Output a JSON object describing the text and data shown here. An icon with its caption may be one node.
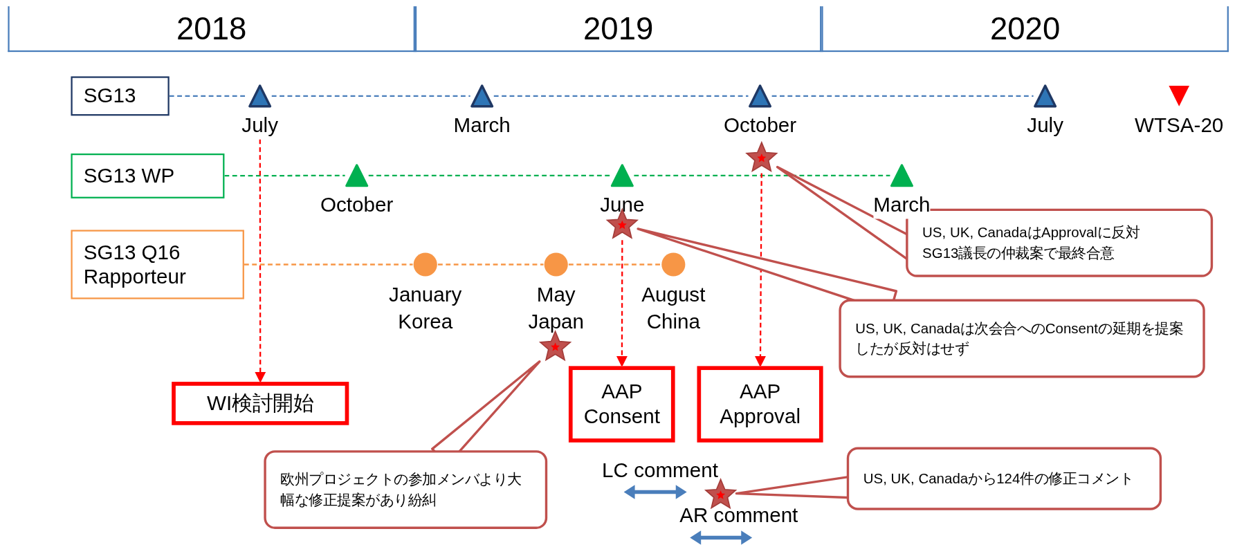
{
  "diagram": {
    "nodes": [
      {
        "text": [
          "2018"
        ]
      },
      {
        "text": [
          "2019"
        ]
      },
      {
        "text": [
          "2020"
        ]
      },
      {
        "text": [
          "SG13"
        ]
      },
      {
        "text": [
          "July"
        ]
      },
      {
        "text": [
          "March"
        ]
      },
      {
        "text": [
          "October"
        ]
      },
      {
        "text": [
          "July"
        ]
      },
      {
        "text": [
          "WTSA-20"
        ]
      },
      {
        "text": [
          "SG13 WP"
        ]
      },
      {
        "text": [
          "October"
        ]
      },
      {
        "text": [
          "June"
        ]
      },
      {
        "text": [
          "March"
        ]
      },
      {
        "text": [
          "SG13 Q16 Rapporteur"
        ]
      },
      {
        "text": [
          "January Korea"
        ]
      },
      {
        "text": [
          "May Japan"
        ]
      },
      {
        "text": [
          "August China"
        ]
      },
      {
        "text": [
          "WI検討開始"
        ]
      },
      {
        "text": [
          "AAP Consent"
        ]
      },
      {
        "text": [
          "AAP Approval"
        ]
      },
      {
        "text": [],
        "shape": "star"
      },
      {
        "text": [],
        "shape": "star"
      },
      {
        "text": [],
        "shape": "star"
      },
      {
        "text": [],
        "shape": "star"
      },
      {
        "text": [
          "US, UK, CanadaはApprovalに反対",
          "SG13議長の仲裁案で最終合意"
        ]
      },
      {
        "text": [
          "US, UK, Canadaは次会合へのConsentの延期を提案したが反対はせず"
        ]
      },
      {
        "text": [
          "欧州プロジェクトの参加メンバより大幅な修正提案があり紛糾"
        ]
      },
      {
        "text": [
          "US, UK, Canadaから124件の修正コメント"
        ]
      }
    ],
    "edges": [
      {
        "from": 3,
        "to": 4,
        "arrow": "none",
        "style": "dashed",
        "color": "#4a7ebb"
      },
      {
        "from": 4,
        "to": 5,
        "arrow": "none",
        "style": "dashed",
        "color": "#4a7ebb"
      },
      {
        "from": 5,
        "to": 6,
        "arrow": "none",
        "style": "dashed",
        "color": "#4a7ebb"
      },
      {
        "from": 6,
        "to": 7,
        "arrow": "none",
        "style": "dashed",
        "color": "#4a7ebb"
      },
      {
        "from": 9,
        "to": 10,
        "arrow": "none",
        "style": "dashed",
        "color": "#00b050"
      },
      {
        "from": 10,
        "to": 11,
        "arrow": "none",
        "style": "dashed",
        "color": "#00b050"
      },
      {
        "from": 11,
        "to": 12,
        "arrow": "none",
        "style": "dashed",
        "color": "#00b050"
      },
      {
        "from": 13,
        "to": 14,
        "arrow": "none",
        "style": "dashed",
        "color": "#f79646"
      },
      {
        "from": 14,
        "to": 15,
        "arrow": "none",
        "style": "dashed",
        "color": "#f79646"
      },
      {
        "from": 15,
        "to": 16,
        "arrow": "none",
        "style": "dashed",
        "color": "#f79646"
      },
      {
        "from": 4,
        "to": 17,
        "arrow": "to",
        "style": "dashed",
        "color": "#ff0000"
      },
      {
        "from": 21,
        "to": 18,
        "arrow": "to",
        "style": "dashed",
        "color": "#ff0000"
      },
      {
        "from": 20,
        "to": 19,
        "arrow": "to",
        "style": "dashed",
        "color": "#ff0000"
      },
      {
        "from": 20,
        "to": 24,
        "arrow": "none",
        "style": "thick",
        "color": "#c0504d"
      },
      {
        "from": 21,
        "to": 25,
        "arrow": "none",
        "style": "thick",
        "color": "#c0504d"
      },
      {
        "from": 22,
        "to": 26,
        "arrow": "none",
        "style": "thick",
        "color": "#c0504d"
      },
      {
        "from": 23,
        "to": 27,
        "arrow": "none",
        "style": "thick",
        "color": "#c0504d"
      }
    ],
    "labels": [
      "LC comment",
      "AR comment"
    ]
  }
}
